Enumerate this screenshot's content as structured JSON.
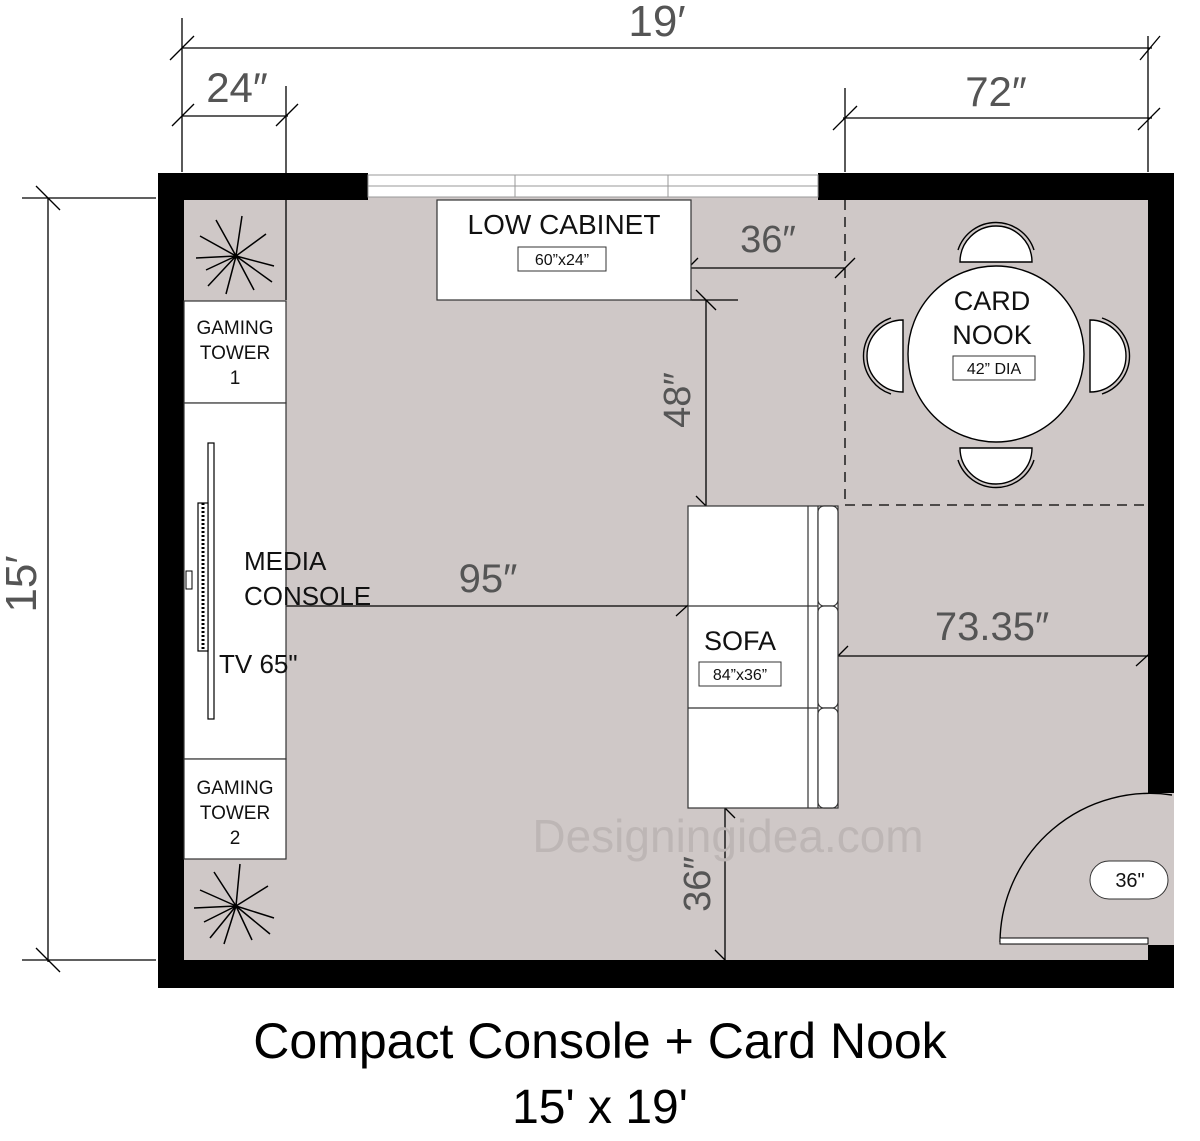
{
  "dimensions": {
    "overall_width": "19′",
    "overall_height": "15′",
    "left_tower_width": "24″",
    "card_nook_width": "72″",
    "cabinet_to_nook": "36″",
    "cabinet_to_sofa": "48″",
    "console_to_sofa": "95″",
    "sofa_to_wall": "73.35″",
    "sofa_to_bottom_wall": "36″"
  },
  "furniture": {
    "low_cabinet": {
      "name": "LOW CABINET",
      "size": "60”x24”"
    },
    "card_nook": {
      "name_line1": "CARD",
      "name_line2": "NOOK",
      "size": "42”  DIA"
    },
    "gaming_tower_1": {
      "line1": "GAMING",
      "line2": "TOWER",
      "line3": "1"
    },
    "gaming_tower_2": {
      "line1": "GAMING",
      "line2": "TOWER",
      "line3": "2"
    },
    "media_console": {
      "line1": "MEDIA",
      "line2": "CONSOLE"
    },
    "tv": {
      "label": "TV 65\""
    },
    "sofa": {
      "name": "SOFA",
      "size": "84”x36”"
    },
    "door": {
      "label": "36\""
    }
  },
  "watermark": "Designingidea.com",
  "caption": {
    "title": "Compact Console + Card Nook",
    "subtitle": "15' x 19'"
  },
  "colors": {
    "floor": "#cfc8c7",
    "wall": "#000000",
    "furniture": "#ffffff"
  }
}
